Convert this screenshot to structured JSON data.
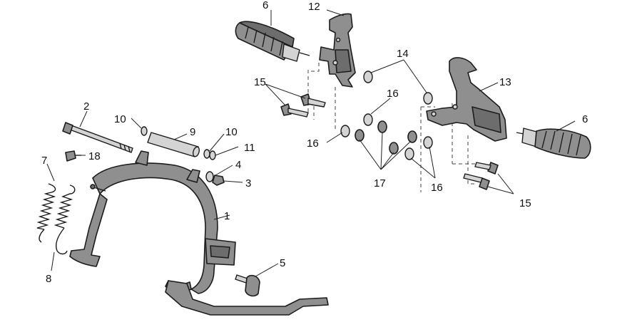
{
  "callouts": {
    "c1": "1",
    "c2": "2",
    "c3": "3",
    "c4": "4",
    "c5": "5",
    "c6a": "6",
    "c6b": "6",
    "c7": "7",
    "c8": "8",
    "c9": "9",
    "c10a": "10",
    "c10b": "10",
    "c11": "11",
    "c12": "12",
    "c13": "13",
    "c14": "14",
    "c15a": "15",
    "c15b": "15",
    "c16a": "16",
    "c16b": "16",
    "c16c": "16",
    "c17": "17",
    "c18": "18"
  }
}
